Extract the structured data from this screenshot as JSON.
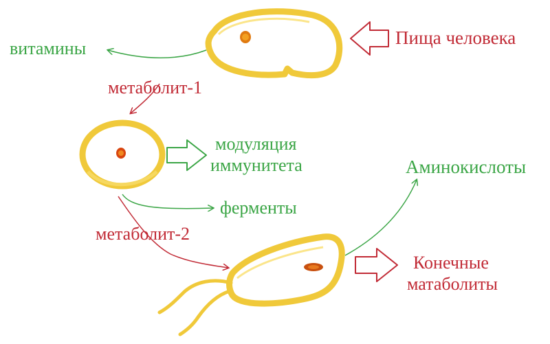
{
  "labels": {
    "vitamins": "витамины",
    "metabolite_1": "метаболит-1",
    "human_food": "Пища человека",
    "immune_line1": "модуляция",
    "immune_line2": "иммунитета",
    "enzymes": "ферменты",
    "metabolite_2": "метаболит-2",
    "amino_acids": "Аминокислоты",
    "end_line1": "Конечные",
    "end_line2": "матаболиты"
  },
  "colors": {
    "green": "#3aa545",
    "red": "#c12a35",
    "cell_outline": "#f0c93a",
    "cell_inner": "#fbe58a",
    "nucleus": "#e07a10"
  },
  "icons": {
    "block_arrow": "outlined-block-arrow",
    "cell": "bacterium-sketch"
  }
}
